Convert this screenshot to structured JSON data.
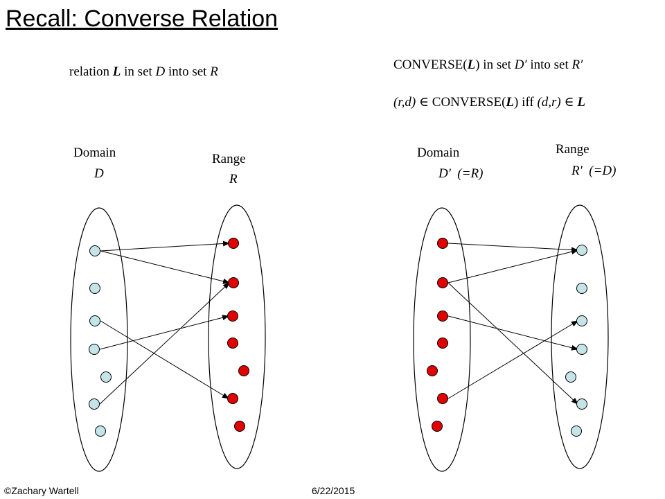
{
  "title": "Recall:  Converse Relation",
  "left": {
    "relation_prefix": "relation ",
    "relation_symbol": "L",
    "relation_mid": "  in set ",
    "relation_domain": "D",
    "relation_into": " into set ",
    "relation_range": "R",
    "domain_label": "Domain",
    "domain_symbol": "D",
    "range_label": "Range",
    "range_symbol": "R"
  },
  "right": {
    "converse_prefix": "CONVERSE(",
    "converse_symbol": "L",
    "converse_mid": ") in set ",
    "converse_domain": "D′",
    "converse_into": " into set ",
    "converse_range": "R′",
    "iff_pair": "(r,d)",
    "iff_member": "∈",
    "iff_converse": " CONVERSE(",
    "iff_symbol": "L",
    "iff_close": ") iff ",
    "iff_pair2": "(d,r)",
    "iff_member2": "∈",
    "iff_symbol2": "L",
    "domain_label": "Domain",
    "domain_symbol": "D′",
    "domain_note": "(=R)",
    "range_label": "Range",
    "range_symbol": "R′",
    "range_note": "(=D)"
  },
  "footer": {
    "copyright": "©Zachary Wartell",
    "date": "6/22/2015"
  },
  "colors": {
    "domain_dot": "#c4e4e8",
    "range_dot": "#e00000",
    "stroke": "#000000"
  },
  "diagram": {
    "left_domain_count": 7,
    "left_range_count": 7,
    "left_arrows": [
      [
        0,
        0
      ],
      [
        0,
        1
      ],
      [
        3,
        2
      ],
      [
        2,
        5
      ],
      [
        5,
        1
      ]
    ],
    "right_arrows": [
      [
        0,
        0
      ],
      [
        1,
        0
      ],
      [
        2,
        3
      ],
      [
        1,
        5
      ],
      [
        5,
        2
      ]
    ]
  }
}
